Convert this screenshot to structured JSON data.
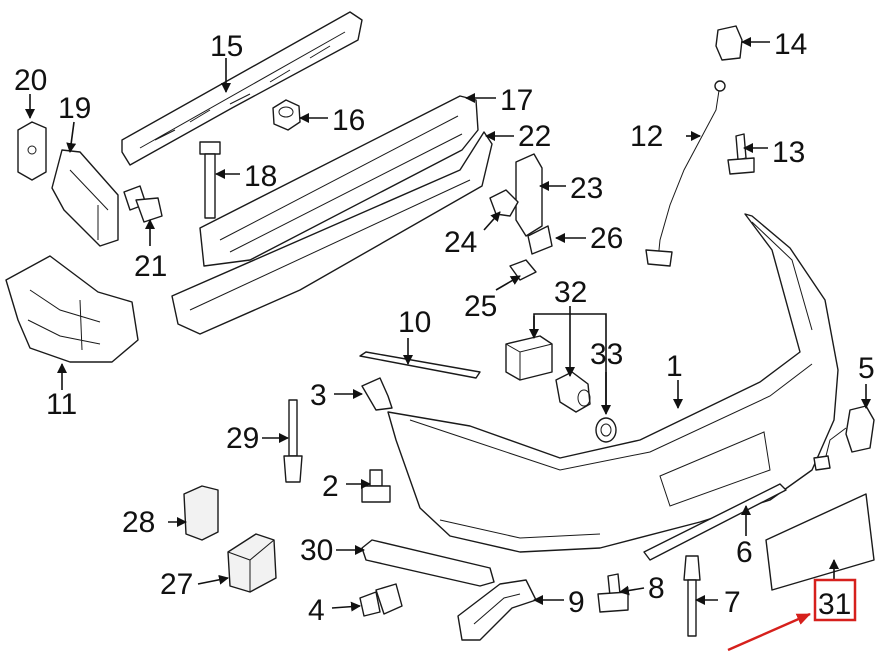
{
  "callouts": [
    {
      "id": "1",
      "text": "1"
    },
    {
      "id": "2",
      "text": "2"
    },
    {
      "id": "3",
      "text": "3"
    },
    {
      "id": "4",
      "text": "4"
    },
    {
      "id": "5",
      "text": "5"
    },
    {
      "id": "6",
      "text": "6"
    },
    {
      "id": "7",
      "text": "7"
    },
    {
      "id": "8",
      "text": "8"
    },
    {
      "id": "9",
      "text": "9"
    },
    {
      "id": "10",
      "text": "10"
    },
    {
      "id": "11",
      "text": "11"
    },
    {
      "id": "12",
      "text": "12"
    },
    {
      "id": "13",
      "text": "13"
    },
    {
      "id": "14",
      "text": "14"
    },
    {
      "id": "15",
      "text": "15"
    },
    {
      "id": "16",
      "text": "16"
    },
    {
      "id": "17",
      "text": "17"
    },
    {
      "id": "18",
      "text": "18"
    },
    {
      "id": "19",
      "text": "19"
    },
    {
      "id": "20",
      "text": "20"
    },
    {
      "id": "21",
      "text": "21"
    },
    {
      "id": "22",
      "text": "22"
    },
    {
      "id": "23",
      "text": "23"
    },
    {
      "id": "24",
      "text": "24"
    },
    {
      "id": "25",
      "text": "25"
    },
    {
      "id": "26",
      "text": "26"
    },
    {
      "id": "27",
      "text": "27"
    },
    {
      "id": "28",
      "text": "28"
    },
    {
      "id": "29",
      "text": "29"
    },
    {
      "id": "30",
      "text": "30"
    },
    {
      "id": "31",
      "text": "31"
    },
    {
      "id": "32",
      "text": "32"
    },
    {
      "id": "33",
      "text": "33"
    }
  ],
  "highlight": {
    "callout": "31",
    "color": "#d6201c"
  }
}
